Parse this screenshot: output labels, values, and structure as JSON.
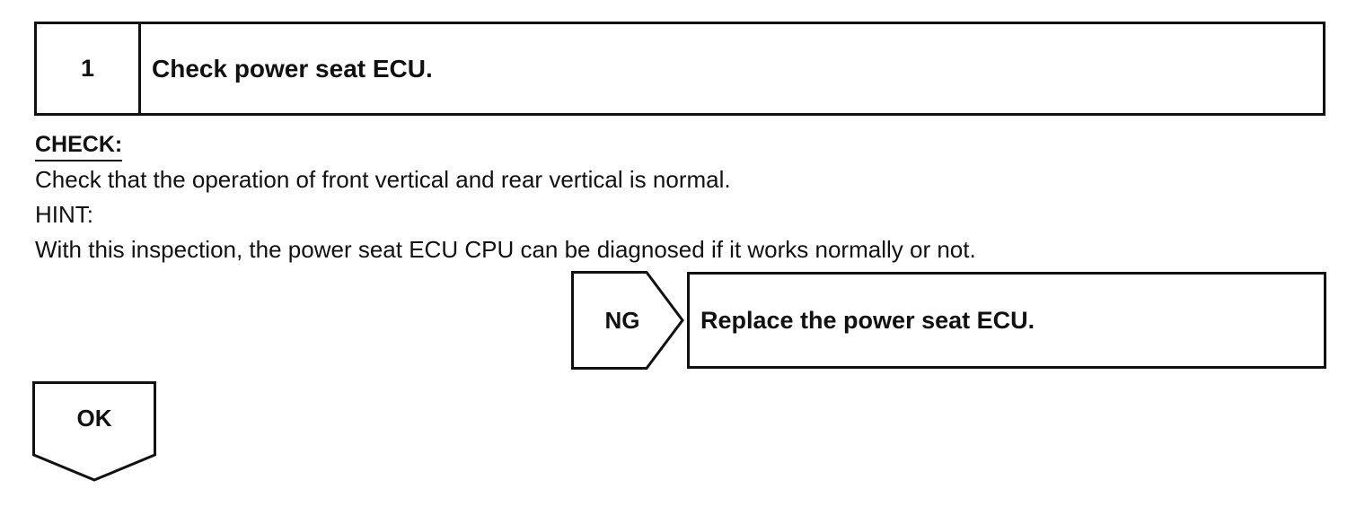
{
  "step": {
    "number": "1",
    "title": "Check power seat ECU."
  },
  "check": {
    "heading": "CHECK:",
    "text": "Check that the operation of front vertical and rear vertical is normal.",
    "hint_label": "HINT:",
    "hint_text": "With this inspection, the power seat ECU CPU can be diagnosed if it works normally or not."
  },
  "ng_branch": {
    "label": "NG",
    "action": "Replace the power seat ECU."
  },
  "ok_branch": {
    "label": "OK"
  }
}
